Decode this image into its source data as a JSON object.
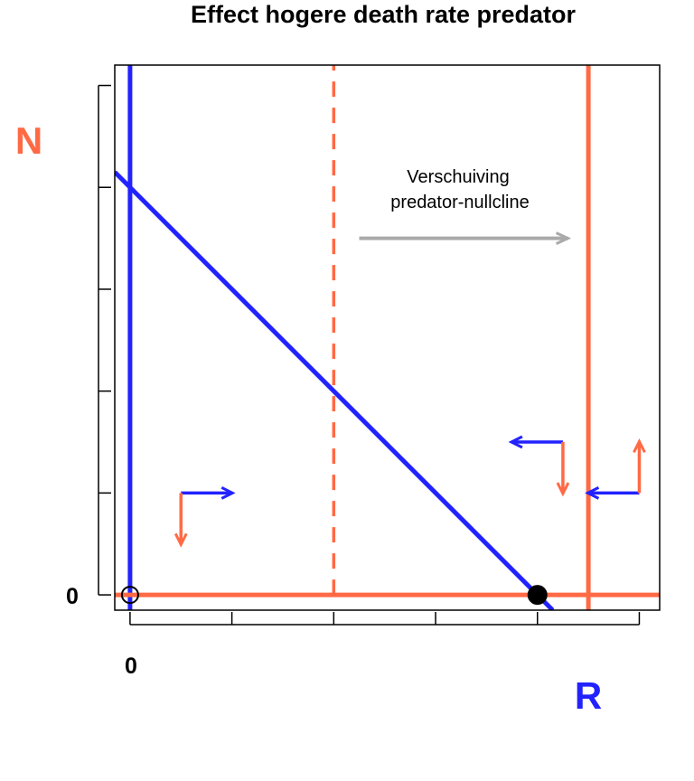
{
  "chart_data": {
    "type": "line",
    "title": "Effect hogere death rate predator",
    "xlabel": "R",
    "ylabel": "N",
    "xlim": [
      -0.15,
      5.2
    ],
    "ylim": [
      -0.15,
      5.2
    ],
    "x_ticks": [
      0,
      1,
      2,
      3,
      4,
      5
    ],
    "y_ticks": [
      0,
      1,
      2,
      3,
      4,
      5
    ],
    "x_tick_labels": [
      "0",
      "",
      "",
      "",
      "",
      ""
    ],
    "y_tick_labels": [
      "0",
      "",
      "",
      "",
      "",
      ""
    ],
    "colors": {
      "prey": "#2222ff",
      "predator": "#ff6a45",
      "shift_arrow": "#aaaaaa"
    },
    "series": [
      {
        "role": "prey-nullcline-axis",
        "style": "solid",
        "color": "prey",
        "points": [
          [
            0,
            -0.15
          ],
          [
            0,
            5.2
          ]
        ]
      },
      {
        "role": "prey-nullcline",
        "style": "solid",
        "color": "prey",
        "points": [
          [
            -0.15,
            4.15
          ],
          [
            4.15,
            -0.15
          ]
        ]
      },
      {
        "role": "predator-nullcline-old",
        "style": "dashed",
        "color": "predator",
        "points": [
          [
            2,
            0
          ],
          [
            2,
            5.2
          ]
        ]
      },
      {
        "role": "predator-nullcline-new",
        "style": "solid",
        "color": "predator",
        "points": [
          [
            4.5,
            -0.15
          ],
          [
            4.5,
            5.2
          ]
        ]
      },
      {
        "role": "predator-nullcline-axis",
        "style": "solid",
        "color": "predator",
        "points": [
          [
            -0.15,
            0
          ],
          [
            5.2,
            0
          ]
        ]
      }
    ],
    "equilibria": [
      {
        "x": 0,
        "y": 0,
        "filled": false
      },
      {
        "x": 4,
        "y": 0,
        "filled": true
      }
    ],
    "direction_arrows": [
      {
        "x": 0.5,
        "y": 1,
        "horizontal": "right",
        "vertical": "down"
      },
      {
        "x": 4.25,
        "y": 1.5,
        "horizontal": "left",
        "vertical": "down"
      },
      {
        "x": 5.0,
        "y": 1,
        "horizontal": "left",
        "vertical": "up"
      }
    ],
    "shift_arrow": {
      "from": [
        2.25,
        3.5
      ],
      "to": [
        4.3,
        3.5
      ]
    },
    "annotation": {
      "lines": [
        "Verschuiving",
        "predator-nullcline"
      ],
      "x": 3.2,
      "y": 4.0
    }
  }
}
